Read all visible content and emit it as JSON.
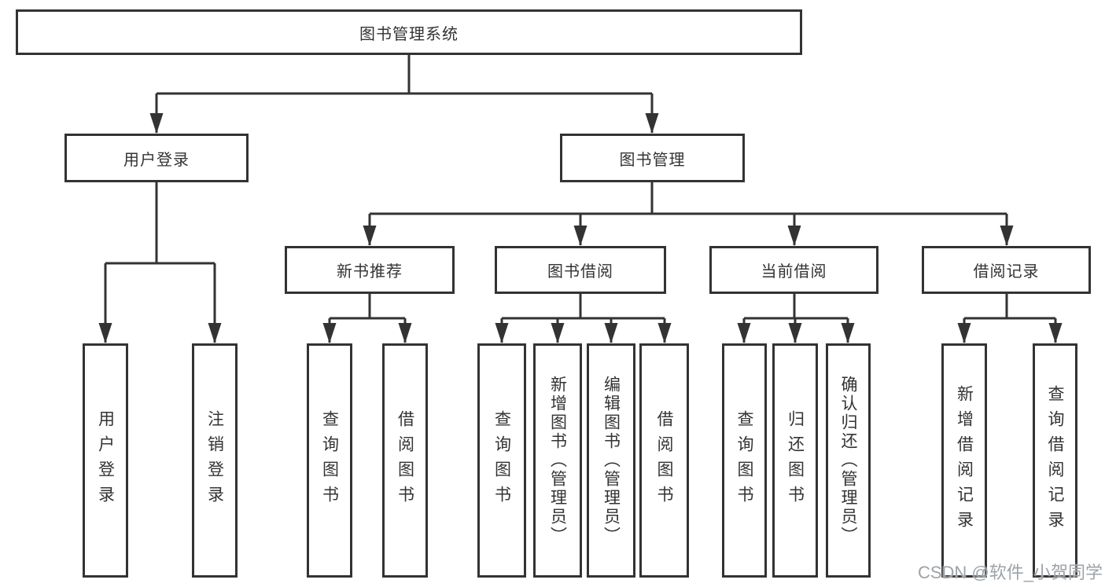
{
  "diagram": {
    "root": "图书管理系统",
    "level2": {
      "user_login": "用户登录",
      "book_mgmt": "图书管理"
    },
    "level3": {
      "new_books": "新书推荐",
      "borrowing": "图书借阅",
      "current": "当前借阅",
      "records": "借阅记录"
    },
    "leaves": {
      "login": "用户登录",
      "logout": "注销登录",
      "nb_query": "查询图书",
      "nb_borrow": "借阅图书",
      "bw_query": "查询图书",
      "bw_add": "新增图书（管理员）",
      "bw_edit": "编辑图书（管理员）",
      "bw_borrow": "借阅图书",
      "cu_query": "查询图书",
      "cu_return": "归还图书",
      "cu_confirm": "确认归还（管理员）",
      "rc_add": "新增借阅记录",
      "rc_query": "查询借阅记录"
    },
    "watermark": "CSDN @软件_小贺同学",
    "colors": {
      "line": "#333333",
      "border": "#333333",
      "text": "#333333",
      "watermark": "#9ca3a9",
      "background": "#ffffff"
    }
  }
}
